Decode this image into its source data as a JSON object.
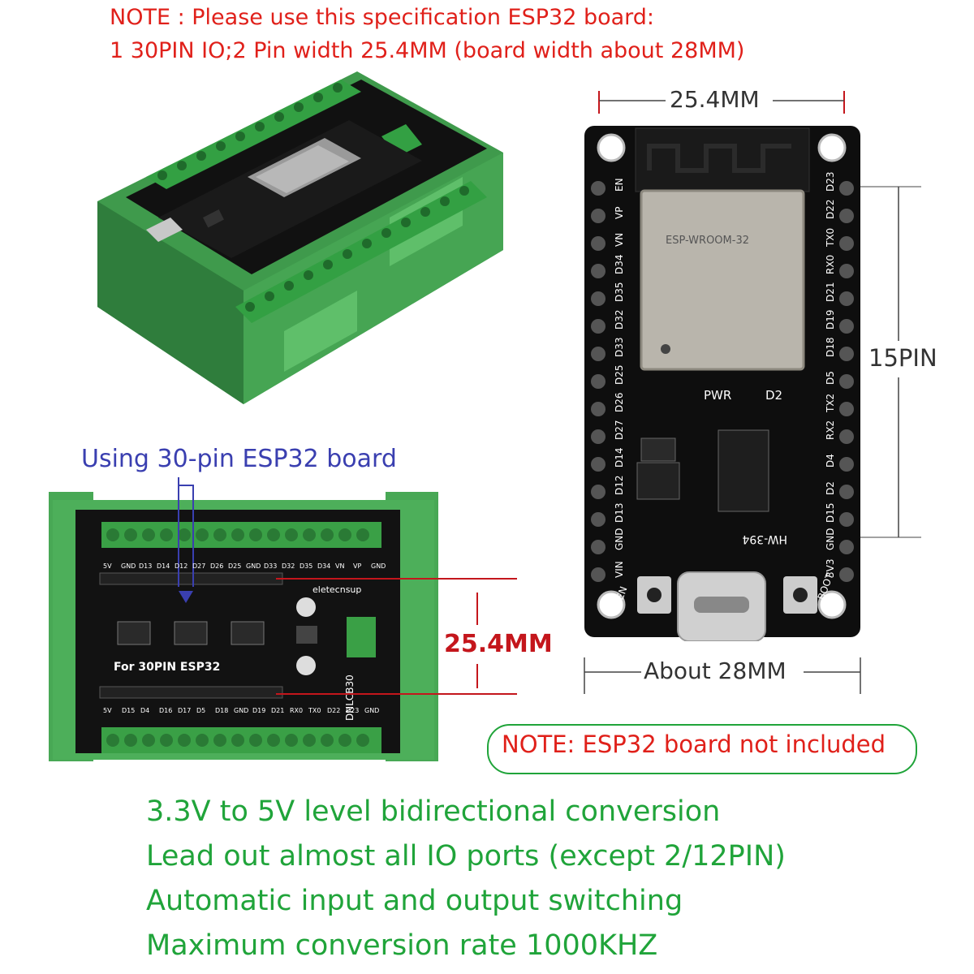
{
  "note_top": {
    "line1": "NOTE : Please use this specification ESP32 board:",
    "line2": "1 30PIN IO;2 Pin width 25.4MM (board width about 28MM)"
  },
  "callout_using": "Using 30-pin ESP32 board",
  "dimensions": {
    "pin_width": "25.4MM",
    "pin_count": "15PIN",
    "board_width": "About 28MM",
    "adapter_pin_width": "25.4MM"
  },
  "note_not_included": "NOTE: ESP32 board not included",
  "features": [
    "3.3V to 5V level bidirectional conversion",
    "Lead out almost all IO ports (except 2/12PIN)",
    "Automatic input and output switching",
    "Maximum conversion rate 1000KHZ"
  ],
  "esp32_board": {
    "module_text": "ESP-WROOM-32",
    "model": "HW-394",
    "labels": [
      "PWR",
      "D2",
      "EN",
      "BOOT"
    ],
    "left_pins": [
      "EN",
      "VP",
      "VN",
      "D34",
      "D35",
      "D32",
      "D33",
      "D25",
      "D26",
      "D27",
      "D14",
      "D12",
      "D13",
      "GND",
      "VIN"
    ],
    "right_pins": [
      "D23",
      "D22",
      "TX0",
      "RX0",
      "D21",
      "D19",
      "D18",
      "D5",
      "TX2",
      "RX2",
      "D4",
      "D2",
      "D15",
      "GND",
      "3V3"
    ]
  },
  "adapter_board": {
    "brand": "eletecnsup",
    "title": "For 30PIN ESP32",
    "model": "DNLCB30",
    "top_pins": [
      "5V",
      "GND",
      "D13",
      "D14",
      "D12",
      "D27",
      "D26",
      "D25",
      "GND",
      "D33",
      "D32",
      "D35",
      "D34",
      "VN",
      "VP",
      "GND"
    ],
    "bottom_pins": [
      "5V",
      "D15",
      "D4",
      "D16",
      "D17",
      "D5",
      "D18",
      "GND",
      "D19",
      "D21",
      "RX0",
      "TX0",
      "D22",
      "D23",
      "GND"
    ]
  },
  "colors": {
    "red": "#e0201a",
    "green": "#20a43a",
    "blue": "#3a3fb0",
    "din_rail": "#4daf5a",
    "pcb": "#121212"
  }
}
